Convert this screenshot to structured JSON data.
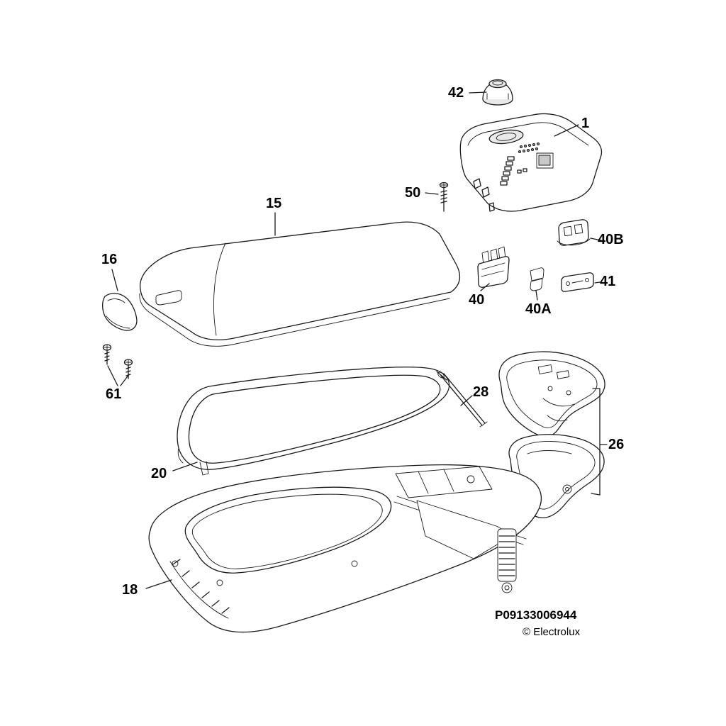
{
  "diagram": {
    "type": "exploded-parts-diagram",
    "subject": "appliance top lid and control panel assembly"
  },
  "colors": {
    "background": "#ffffff",
    "line": "#1a1a1a"
  },
  "labels": [
    {
      "part": "42",
      "text": "42"
    },
    {
      "part": "1",
      "text": "1"
    },
    {
      "part": "50",
      "text": "50"
    },
    {
      "part": "15",
      "text": "15"
    },
    {
      "part": "16",
      "text": "16"
    },
    {
      "part": "40B",
      "text": "40B"
    },
    {
      "part": "40",
      "text": "40"
    },
    {
      "part": "40A",
      "text": "40A"
    },
    {
      "part": "41",
      "text": "41"
    },
    {
      "part": "61",
      "text": "61"
    },
    {
      "part": "28",
      "text": "28"
    },
    {
      "part": "26",
      "text": "26"
    },
    {
      "part": "20",
      "text": "20"
    },
    {
      "part": "18",
      "text": "18"
    }
  ],
  "footer": {
    "part_code": "P09133006944",
    "copyright": "© Electrolux"
  }
}
